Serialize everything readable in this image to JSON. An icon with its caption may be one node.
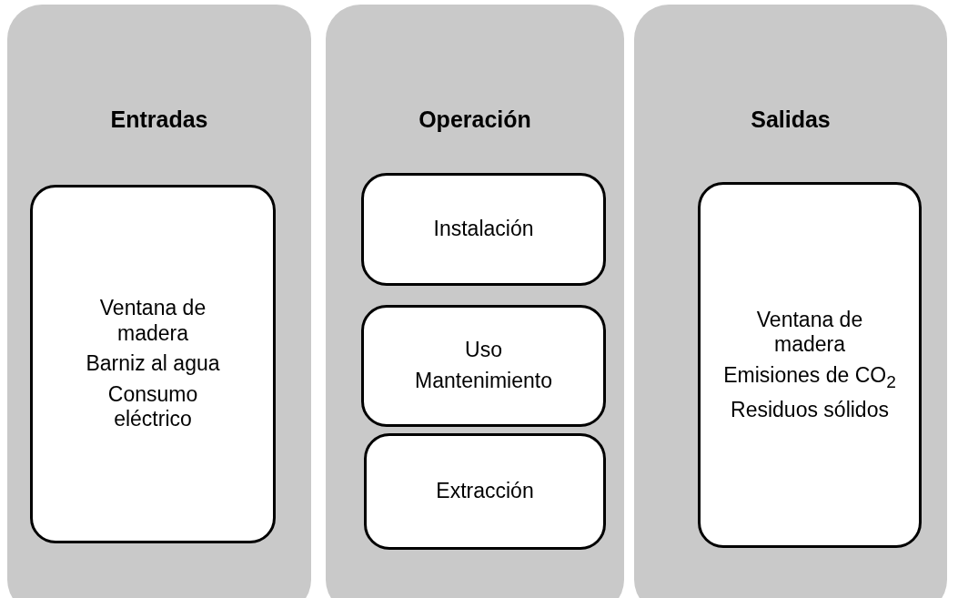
{
  "diagram": {
    "nodes": [
      {
        "text": [
          "Entradas"
        ]
      },
      {
        "text": [
          "Ventana de madera",
          "Barniz al agua",
          "Consumo eléctrico"
        ],
        "in": 0
      },
      {
        "text": [
          "Operación"
        ]
      },
      {
        "text": [
          "Instalación"
        ],
        "in": 2
      },
      {
        "text": [
          "Uso",
          "Mantenimiento"
        ],
        "in": 2
      },
      {
        "text": [
          "Extracción"
        ],
        "in": 2
      },
      {
        "text": [
          "Salidas"
        ]
      },
      {
        "text": [
          "Ventana de madera",
          "Emisiones de CO$_{2}$",
          "Residuos sólidos"
        ],
        "in": 6
      }
    ]
  }
}
